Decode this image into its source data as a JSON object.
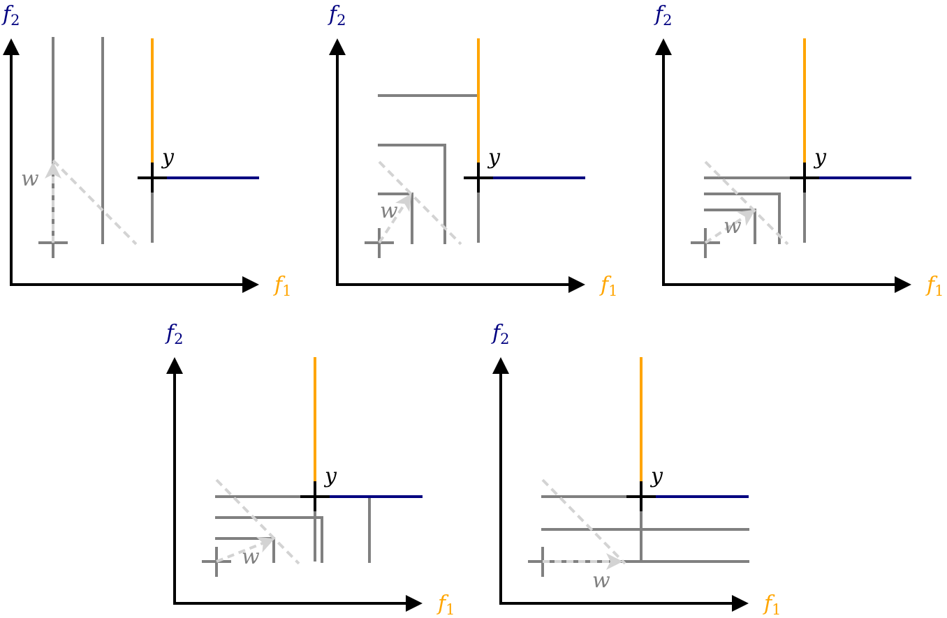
{
  "labels": {
    "f_base": "f",
    "f1_sub": "1",
    "f2_sub": "2",
    "point": "y",
    "direction": "w"
  },
  "colors": {
    "f1": "#FFA500",
    "f2": "#000080",
    "boundary": "#808080",
    "dashed": "#D3D3D3",
    "axis": "#000000"
  },
  "panels": [
    {
      "name": "panel-1"
    },
    {
      "name": "panel-2"
    },
    {
      "name": "panel-3"
    },
    {
      "name": "panel-4"
    },
    {
      "name": "panel-5"
    }
  ]
}
